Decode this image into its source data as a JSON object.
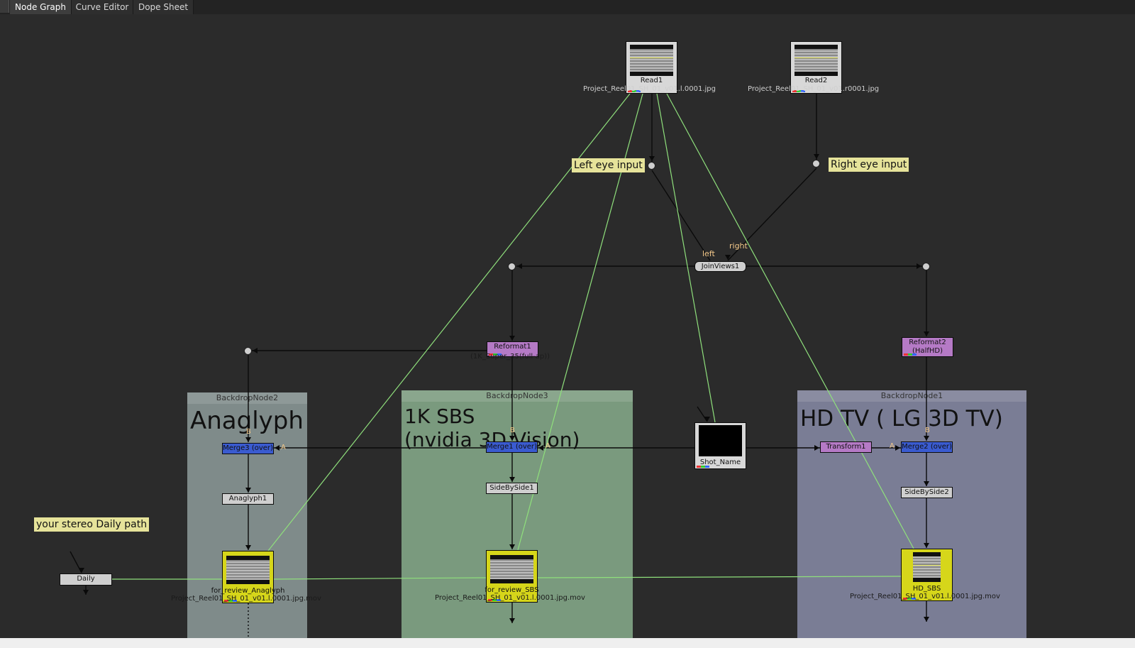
{
  "tabs": [
    "Node Graph",
    "Curve Editor",
    "Dope Sheet"
  ],
  "colors": {
    "wire_black": "#0a0a0a",
    "wire_green": "#8fe07c",
    "merge_node": "#3a5bd0",
    "reformat_node": "#b57ac6",
    "write_node": "#d6d61a",
    "utility_node": "#cfcfcf",
    "sticky_note": "#e6e39a",
    "backdrop_anaglyph": "#7f8b8a",
    "backdrop_sbs": "#7a9a7e",
    "backdrop_hdtv": "#7a7d95"
  },
  "backdrops": {
    "anaglyph": {
      "header": "BackdropNode2",
      "title": "Anaglyph"
    },
    "sbs": {
      "header": "BackdropNode3",
      "title": "1K SBS\n(nvidia 3D Vision)"
    },
    "hdtv": {
      "header": "BackdropNode1",
      "title": "HD TV ( LG 3D TV)"
    }
  },
  "stickies": {
    "left_eye": "Left eye input",
    "right_eye": "Right eye input",
    "daily_path": "your stereo Daily path"
  },
  "nodes": {
    "read1": {
      "label": "Read1",
      "file": "Project_Reel01_SH_01_v01.l.0001.jpg"
    },
    "read2": {
      "label": "Read2",
      "file": "Project_Reel01_SH_01_v01.r0001.jpg"
    },
    "joinviews": {
      "label": "JoinViews1",
      "input_left": "left",
      "input_right": "right"
    },
    "reformat1": {
      "label": "Reformat1",
      "sub": "(1K_Super_35(full-ap))"
    },
    "reformat2": {
      "label": "Reformat2",
      "sub": "(HalfHD)"
    },
    "merge3": {
      "label": "Merge3 (over)"
    },
    "merge1": {
      "label": "Merge1 (over)"
    },
    "merge2": {
      "label": "Merge2 (over)"
    },
    "transform1": {
      "label": "Transform1"
    },
    "shot_name": {
      "label": "Shot_Name"
    },
    "anaglyph1": {
      "label": "Anaglyph1"
    },
    "sidebyside1": {
      "label": "SideBySide1"
    },
    "sidebyside2": {
      "label": "SideBySide2"
    },
    "write_anaglyph": {
      "label": "for_review_Anaglyph",
      "file": "Project_Reel01_SH_01_v01.l.0001.jpg.mov"
    },
    "write_sbs": {
      "label": "for_review_SBS",
      "file": "Project_Reel01_SH_01_v01.l.0001.jpg.mov"
    },
    "write_hd": {
      "label": "HD_SBS",
      "file": "Project_Reel01_SH_01_v01.l.0001.jpg.mov"
    },
    "daily": {
      "label": "Daily"
    }
  },
  "input_letters": {
    "a": "A",
    "b": "B"
  }
}
